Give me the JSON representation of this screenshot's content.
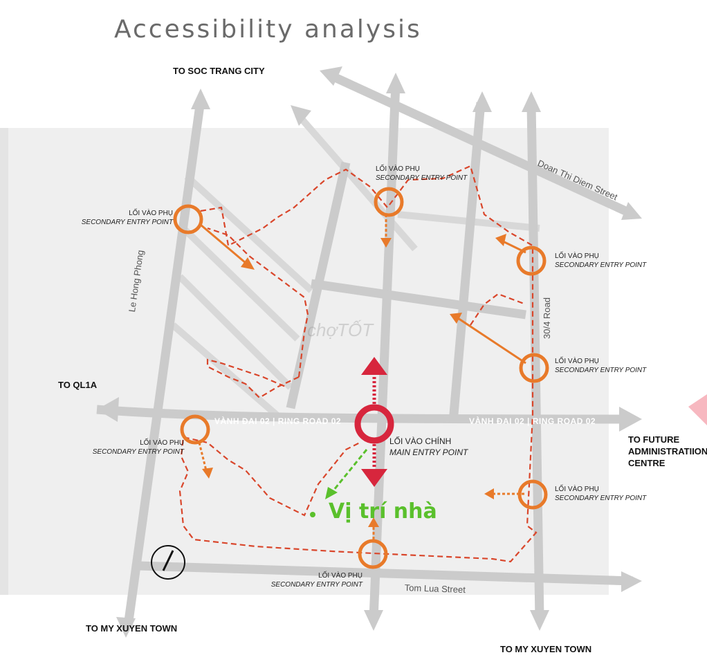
{
  "title": "Accessibility analysis",
  "destinations": {
    "north": "TO SOC TRANG CITY",
    "west": "TO QL1A",
    "east": "TO FUTURE ADMINISTRATIION CENTRE",
    "south_left": "TO MY XUYEN TOWN",
    "south_right": "TO MY XUYEN TOWN"
  },
  "streets": {
    "le_hong_phong": "Le Hong Phong",
    "doan_thi_diem": "Doan Thi Diem Street",
    "road_30_4": "30/4 Road",
    "tom_lua": "Tom Lua Street",
    "ring_road_left": "VÀNH ĐAI 02 | RING ROAD 02",
    "ring_road_right": "VÀNH ĐAI 02 | RING ROAD 02"
  },
  "entries": {
    "secondary_vi": "LỐI VÀO PHỤ",
    "secondary_en": "SECONDARY ENTRY POINT",
    "main_vi": "LỐI VÀO CHÍNH",
    "main_en": "MAIN ENTRY POINT"
  },
  "house_label": "Vị trí nhà",
  "watermark": "chợTỐT",
  "colors": {
    "road": "#c8c8c8",
    "entry_orange": "#e87a2a",
    "main_red": "#d7263d",
    "boundary": "#d9462b",
    "house_green": "#5ac02c"
  }
}
